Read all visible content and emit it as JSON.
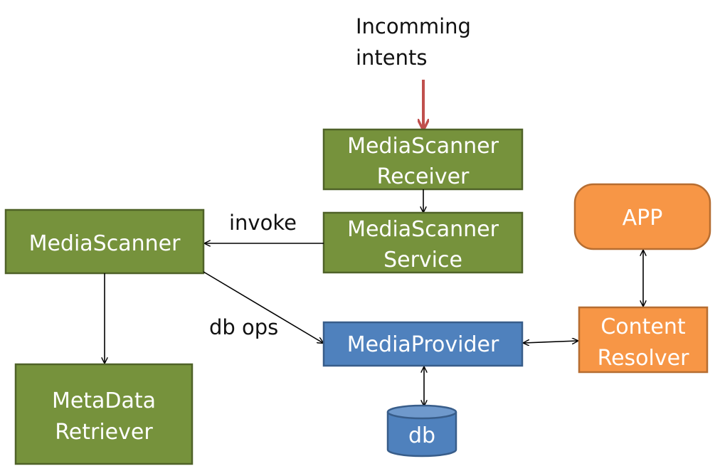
{
  "nodes": {
    "incoming": {
      "line1": "Incomming",
      "line2": "intents"
    },
    "receiver": {
      "line1": "MediaScanner",
      "line2": "Receiver"
    },
    "service": {
      "line1": "MediaScanner",
      "line2": "Service"
    },
    "scanner": {
      "label": "MediaScanner"
    },
    "retriever": {
      "line1": "MetaData",
      "line2": "Retriever"
    },
    "provider": {
      "label": "MediaProvider"
    },
    "db": {
      "label": "db"
    },
    "app": {
      "label": "APP"
    },
    "resolver": {
      "line1": "Content",
      "line2": "Resolver"
    }
  },
  "edges": {
    "invoke": "invoke",
    "db_ops": "db ops"
  },
  "colors": {
    "green_fill": "#76923c",
    "green_stroke": "#4f6228",
    "blue_fill": "#4f81bd",
    "blue_stroke": "#385d8a",
    "orange_fill": "#f79646",
    "orange_stroke": "#b66d31",
    "incoming_arrow": "#c0504d"
  }
}
